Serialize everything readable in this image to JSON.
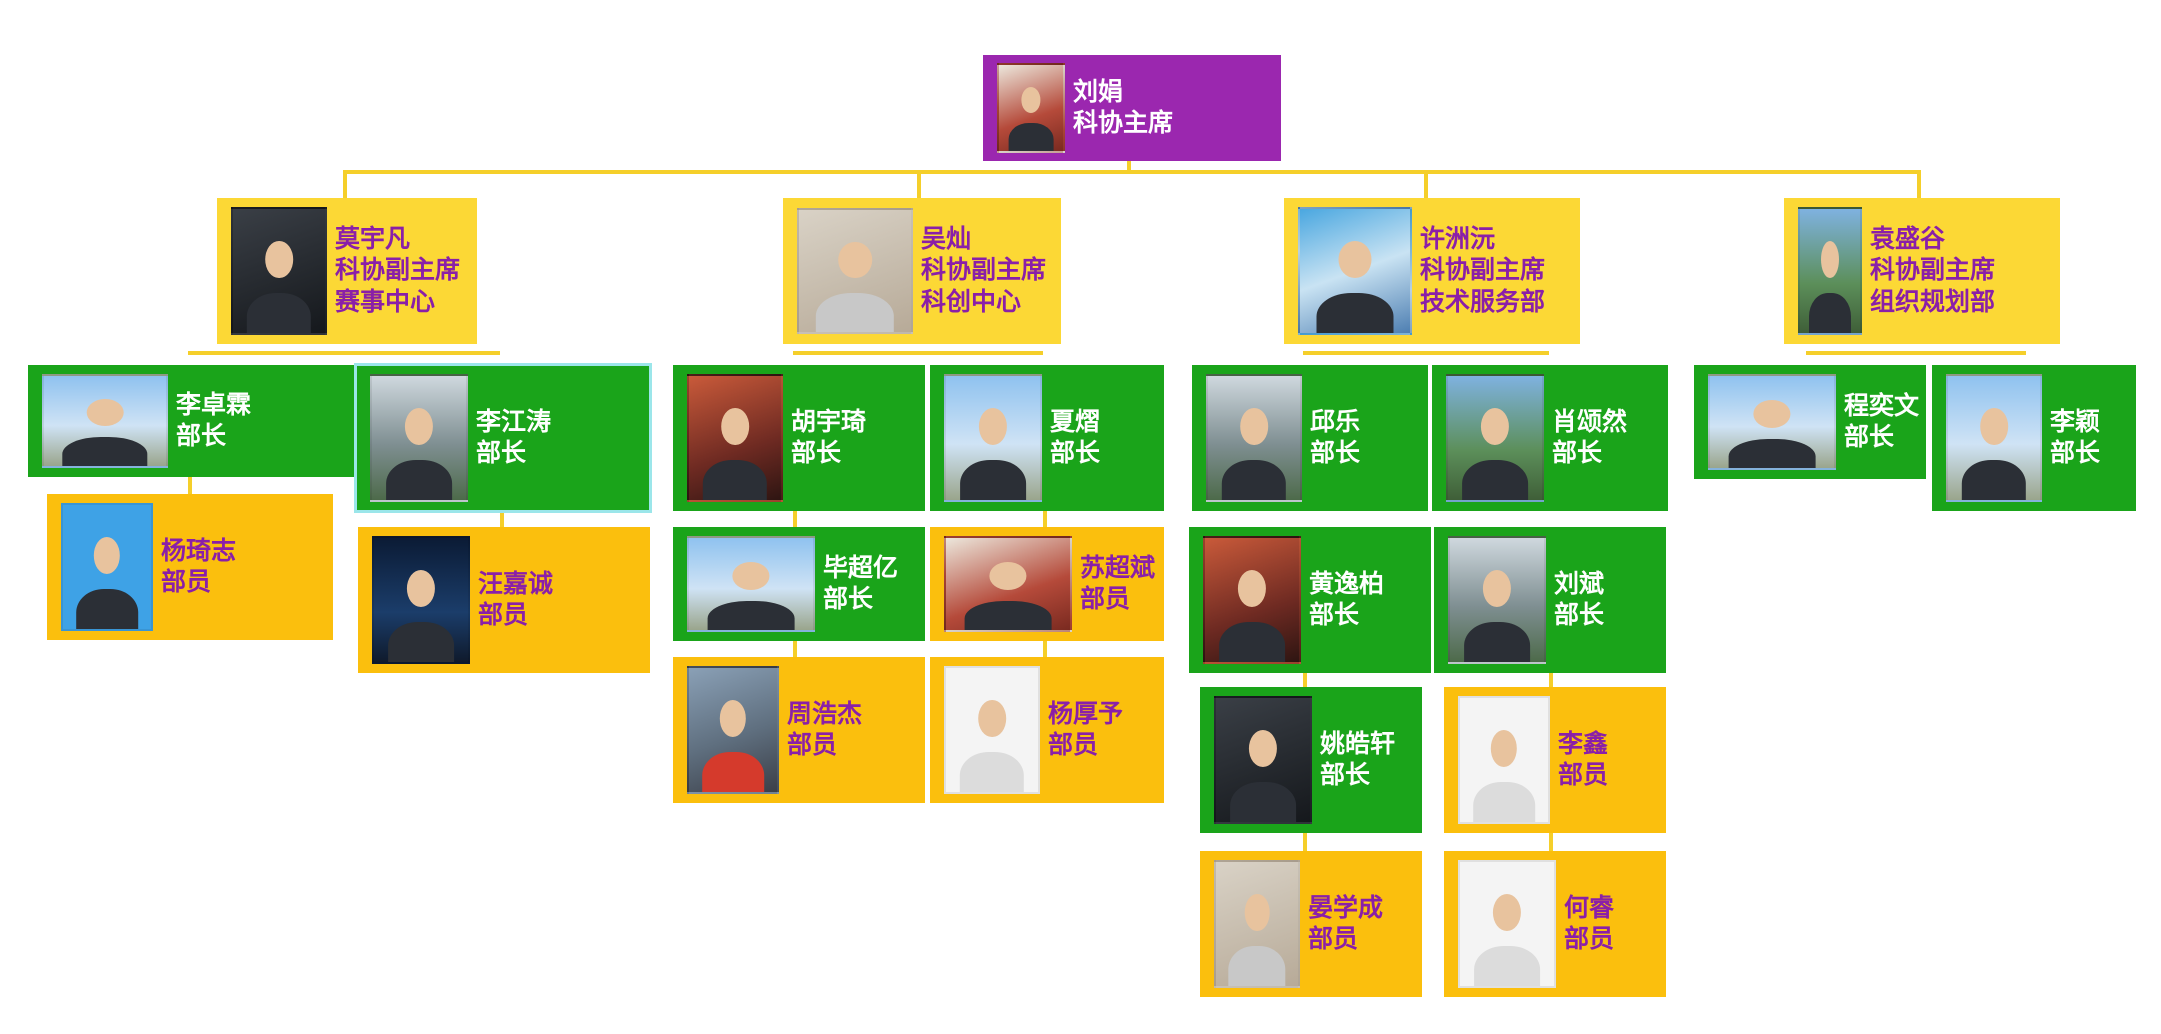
{
  "colors": {
    "chair_box": "#9b27af",
    "vice_chair_box": "#fcd835",
    "head_box": "#1aa41a",
    "member_box": "#fbbf0d",
    "connector": "#f5cf2a",
    "purple_text": "#8a1fa8",
    "white_text": "#ffffff"
  },
  "org": {
    "chair": {
      "name": "刘娟",
      "role": "科协主席",
      "photo_icon": "person-photo-icon"
    },
    "vice_chairs": [
      {
        "name": "莫宇凡",
        "role": "科协副主席",
        "dept": "赛事中心",
        "photo_icon": "person-photo-icon"
      },
      {
        "name": "吴灿",
        "role": "科协副主席",
        "dept": "科创中心",
        "photo_icon": "person-photo-icon"
      },
      {
        "name": "许洲沅",
        "role": "科协副主席",
        "dept": "技术服务部",
        "photo_icon": "person-photo-icon"
      },
      {
        "name": "袁盛谷",
        "role": "科协副主席",
        "dept": "组织规划部",
        "photo_icon": "person-photo-icon"
      }
    ],
    "heads": [
      {
        "name": "李卓霖",
        "role": "部长"
      },
      {
        "name": "李江涛",
        "role": "部长"
      },
      {
        "name": "胡宇琦",
        "role": "部长"
      },
      {
        "name": "夏熠",
        "role": "部长"
      },
      {
        "name": "毕超亿",
        "role": "部长"
      },
      {
        "name": "苏超斌",
        "role": "部员"
      },
      {
        "name": "邱乐",
        "role": "部长"
      },
      {
        "name": "肖颂然",
        "role": "部长"
      },
      {
        "name": "黄逸柏",
        "role": "部长"
      },
      {
        "name": "刘斌",
        "role": "部长"
      },
      {
        "name": "姚皓轩",
        "role": "部长"
      },
      {
        "name": "程奕文",
        "role": "部长"
      },
      {
        "name": "李颖",
        "role": "部长"
      }
    ],
    "members": [
      {
        "name": "杨琦志",
        "role": "部员"
      },
      {
        "name": "汪嘉诚",
        "role": "部员"
      },
      {
        "name": "周浩杰",
        "role": "部员"
      },
      {
        "name": "杨厚予",
        "role": "部员"
      },
      {
        "name": "李鑫",
        "role": "部员"
      },
      {
        "name": "晏学成",
        "role": "部员"
      },
      {
        "name": "何睿",
        "role": "部员"
      }
    ]
  }
}
